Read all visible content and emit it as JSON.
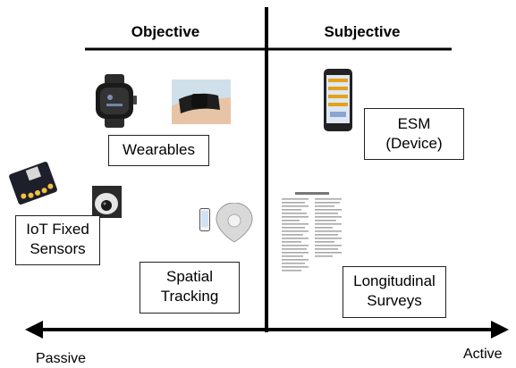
{
  "headers": {
    "objective": "Objective",
    "subjective": "Subjective"
  },
  "axis": {
    "left": "Passive",
    "right": "Active"
  },
  "boxes": {
    "wearables": [
      "Wearables"
    ],
    "esm": [
      "ESM",
      "(Device)"
    ],
    "iot": [
      "IoT Fixed",
      "Sensors"
    ],
    "spatial": [
      "Spatial",
      "Tracking"
    ],
    "longitudinal": [
      "Longitudinal",
      "Surveys"
    ]
  },
  "icons": {
    "smartwatch": "smartwatch-icon",
    "wrist_band": "wrist-band-icon",
    "phone_rating": "phone-rating-icon",
    "sensor_board": "sensor-board-icon",
    "camera": "camera-icon",
    "tracker": "tracker-icon",
    "mini_phone": "mini-phone-icon",
    "survey_document": "survey-document-icon"
  }
}
